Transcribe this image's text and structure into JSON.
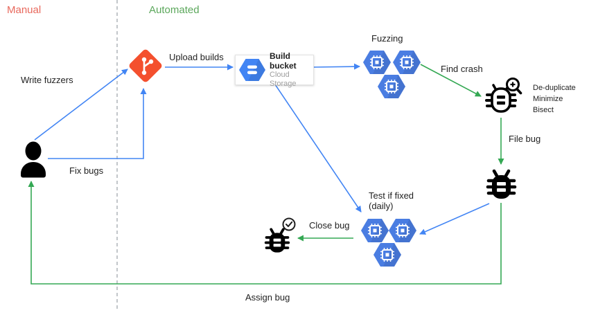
{
  "colors": {
    "manual_red": "#E8685C",
    "automated_green": "#5BA75B",
    "arrow_blue": "#4285F4",
    "arrow_green": "#34A853",
    "git_orange": "#F4502E",
    "hexagon_blue": "#4A7DE2",
    "storage_blue": "#4285F4",
    "text_dark": "#1F1F1F",
    "text_gray": "#9E9E9E",
    "divider_gray": "#9AA0A6"
  },
  "lanes": {
    "manual": "Manual",
    "automated": "Automated"
  },
  "labels": {
    "write_fuzzers": "Write fuzzers",
    "upload_builds": "Upload builds",
    "fuzzing": "Fuzzing",
    "find_crash": "Find crash",
    "file_bug": "File bug",
    "fix_bugs": "Fix bugs",
    "close_bug": "Close bug",
    "assign_bug": "Assign bug",
    "test_if_fixed_line1": "Test if fixed",
    "test_if_fixed_line2": "(daily)",
    "dedupe_line1": "De-duplicate",
    "dedupe_line2": "Minimize",
    "dedupe_line3": "Bisect"
  },
  "build_bucket": {
    "title": "Build bucket",
    "subtitle": "Cloud Storage"
  },
  "icons": {
    "person": "person-icon",
    "git": "git-repo-icon",
    "cloud_storage": "cloud-storage-hexagon-icon",
    "compute": "compute-engine-hexagon-icon",
    "bug_magnifier": "bug-magnifier-icon",
    "bug": "bug-icon",
    "bug_check": "bug-check-icon"
  }
}
